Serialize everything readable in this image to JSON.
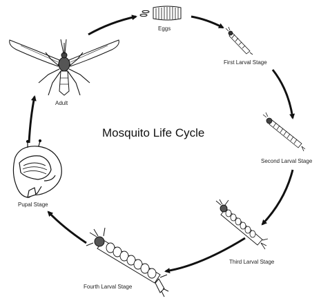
{
  "diagram": {
    "title": "Mosquito Life Cycle",
    "stages": [
      {
        "id": "eggs",
        "label": "Eggs"
      },
      {
        "id": "first-larval",
        "label": "First Larval Stage"
      },
      {
        "id": "second-larval",
        "label": "Second Larval Stage"
      },
      {
        "id": "third-larval",
        "label": "Third Larval Stage"
      },
      {
        "id": "fourth-larval",
        "label": "Fourth Larval Stage"
      },
      {
        "id": "pupal",
        "label": "Pupal Stage"
      },
      {
        "id": "adult",
        "label": "Adult"
      }
    ],
    "colors": {
      "ink": "#111111",
      "fill": "#ffffff",
      "shade": "#888888"
    }
  }
}
